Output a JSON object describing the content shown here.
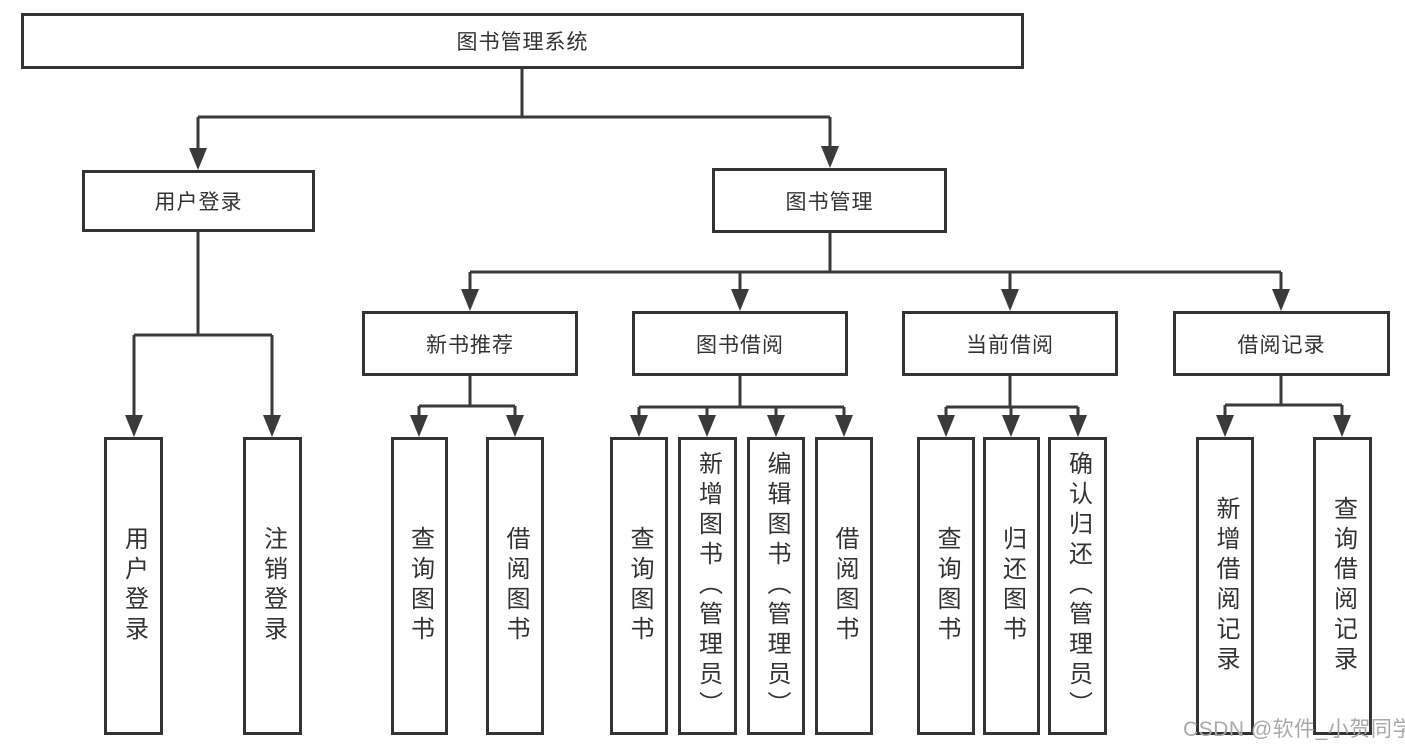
{
  "diagram_type": "hierarchy-tree",
  "colors": {
    "line": "#3a3a3a",
    "box_border": "#333333",
    "text": "#333333",
    "background": "#ffffff",
    "watermark": "#a9a9a9"
  },
  "root": {
    "label": "图书管理系统"
  },
  "level2": {
    "user_login": "用户登录",
    "book_mgmt": "图书管理"
  },
  "level3": {
    "new_book_rec": "新书推荐",
    "book_borrow": "图书借阅",
    "current_borrow": "当前借阅",
    "borrow_records": "借阅记录"
  },
  "leaves": {
    "user_login": "用户登录",
    "logout": "注销登录",
    "rec_query_books": "查询图书",
    "rec_borrow_books": "借阅图书",
    "borrow_query_books": "查询图书",
    "borrow_add_books": "新增图书（管理员）",
    "borrow_edit_books": "编辑图书（管理员）",
    "borrow_borrow_books": "借阅图书",
    "current_query_books": "查询图书",
    "current_return_books": "归还图书",
    "current_confirm_return": "确认归还（管理员）",
    "records_add_record": "新增借阅记录",
    "records_query_record": "查询借阅记录"
  },
  "watermark": "CSDN @软件_小贺同学"
}
